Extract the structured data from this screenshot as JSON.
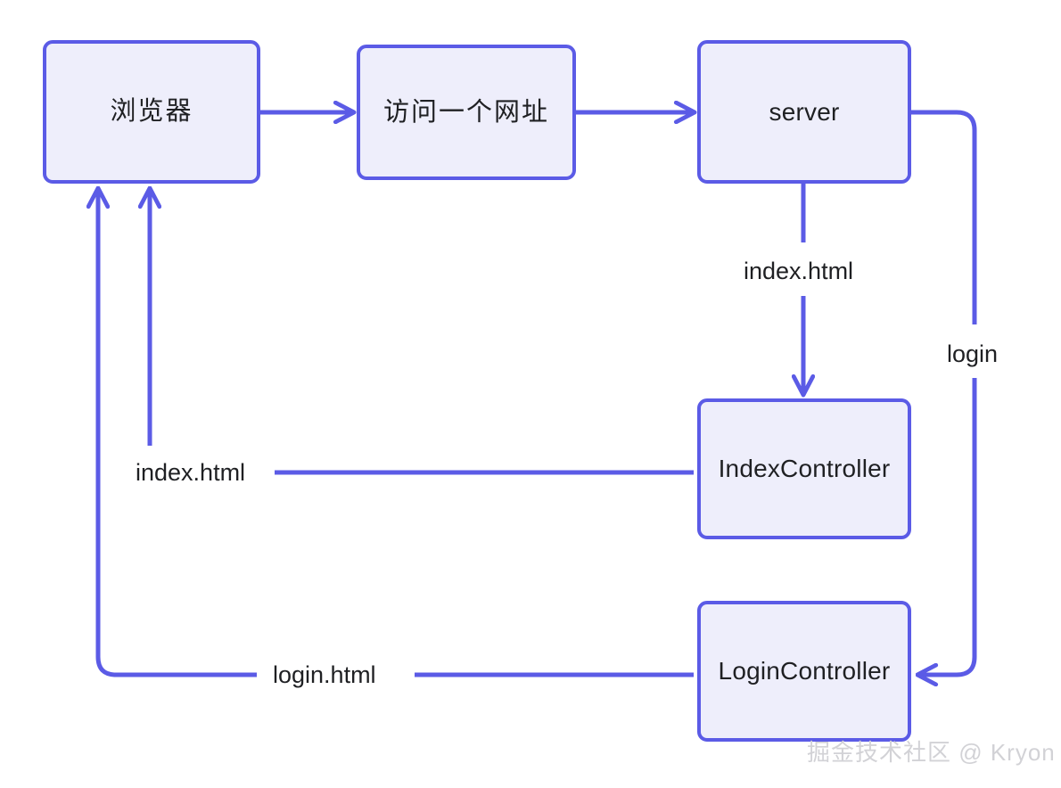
{
  "diagram": {
    "type": "flowchart",
    "accent_color": "#5b5be6",
    "node_fill_color": "#eeeefb",
    "text_color": "#1f2023",
    "background_color": "#ffffff",
    "nodes": [
      {
        "id": "browser",
        "label": "浏览器",
        "script": "cjk"
      },
      {
        "id": "visit-url",
        "label": "访问一个网址",
        "script": "cjk"
      },
      {
        "id": "server",
        "label": "server",
        "script": "latin"
      },
      {
        "id": "index-controller",
        "label": "IndexController",
        "script": "latin"
      },
      {
        "id": "login-controller",
        "label": "LoginController",
        "script": "latin"
      }
    ],
    "edges": [
      {
        "id": "browser-to-visit",
        "from": "browser",
        "to": "visit-url",
        "label": ""
      },
      {
        "id": "visit-to-server",
        "from": "visit-url",
        "to": "server",
        "label": ""
      },
      {
        "id": "server-to-index-controller",
        "from": "server",
        "to": "index-controller",
        "label": "index.html"
      },
      {
        "id": "server-to-login-controller",
        "from": "server",
        "to": "login-controller",
        "label": "login"
      },
      {
        "id": "index-controller-to-browser",
        "from": "index-controller",
        "to": "browser",
        "label": "index.html"
      },
      {
        "id": "login-controller-to-browser",
        "from": "login-controller",
        "to": "browser",
        "label": "login.html"
      }
    ]
  },
  "watermark": {
    "text": "掘金技术社区 @ Kryon"
  }
}
